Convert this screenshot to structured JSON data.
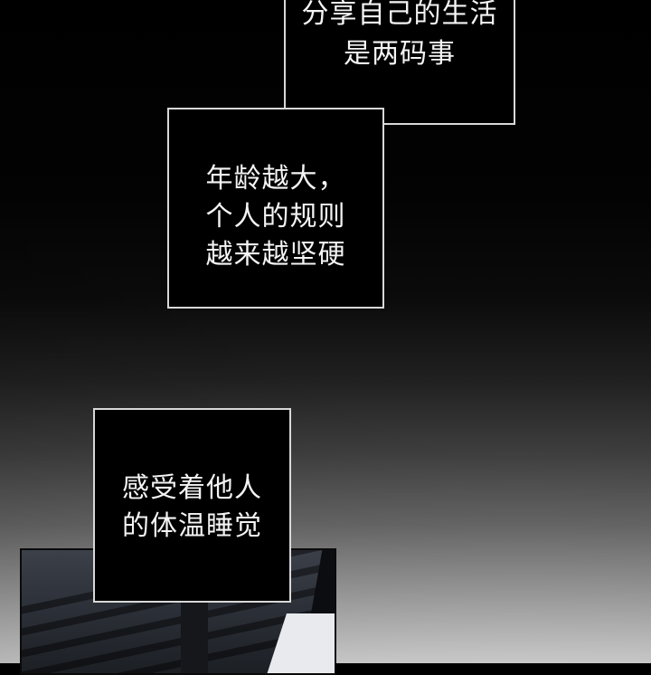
{
  "captions": {
    "top": {
      "lines": [
        "分享自己的生活",
        "是两码事"
      ]
    },
    "middle": {
      "lines": [
        "年龄越大，",
        "个人的规则",
        "越来越坚硬"
      ]
    },
    "lower": {
      "lines": [
        "感受着他人",
        "的体温睡觉"
      ]
    }
  }
}
